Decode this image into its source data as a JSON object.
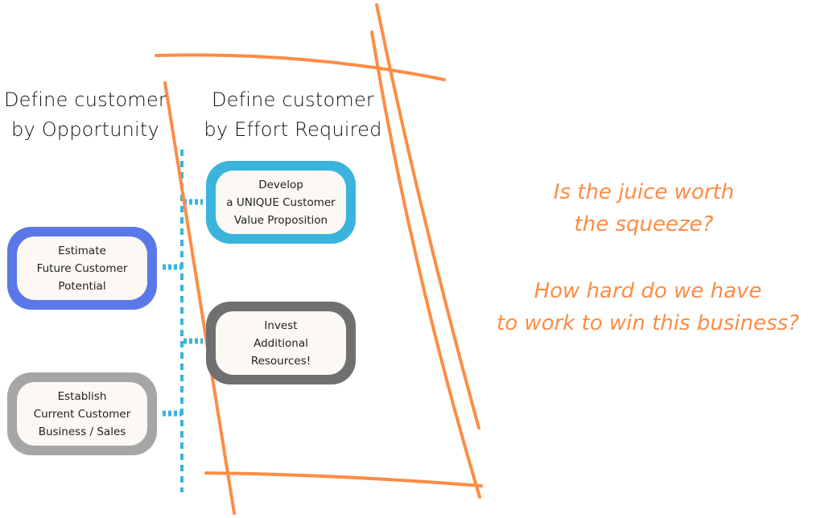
{
  "headings": {
    "left": [
      "Define customer",
      "by Opportunity"
    ],
    "right": [
      "Define customer",
      "by Effort Required"
    ]
  },
  "opportunity_boxes": [
    {
      "lines": [
        "Estimate",
        "Future Customer",
        "Potential"
      ],
      "color": "#5b78e8"
    },
    {
      "lines": [
        "Establish",
        "Current Customer",
        "Business / Sales"
      ],
      "color": "#a6a6a6"
    }
  ],
  "effort_boxes": [
    {
      "lines": [
        "Develop",
        "a UNIQUE Customer",
        "Value Proposition"
      ],
      "color": "#3ab4dc"
    },
    {
      "lines": [
        "Invest",
        "Additional",
        "Resources!"
      ],
      "color": "#707070"
    }
  ],
  "questions": [
    [
      "Is the juice worth",
      "the squeeze?"
    ],
    [
      "How hard do we have",
      "to work to win this business?"
    ]
  ],
  "colors": {
    "sketch": "#fd8c45",
    "connector": "#3ab4dc",
    "box_fill": "#fcf8f3"
  }
}
